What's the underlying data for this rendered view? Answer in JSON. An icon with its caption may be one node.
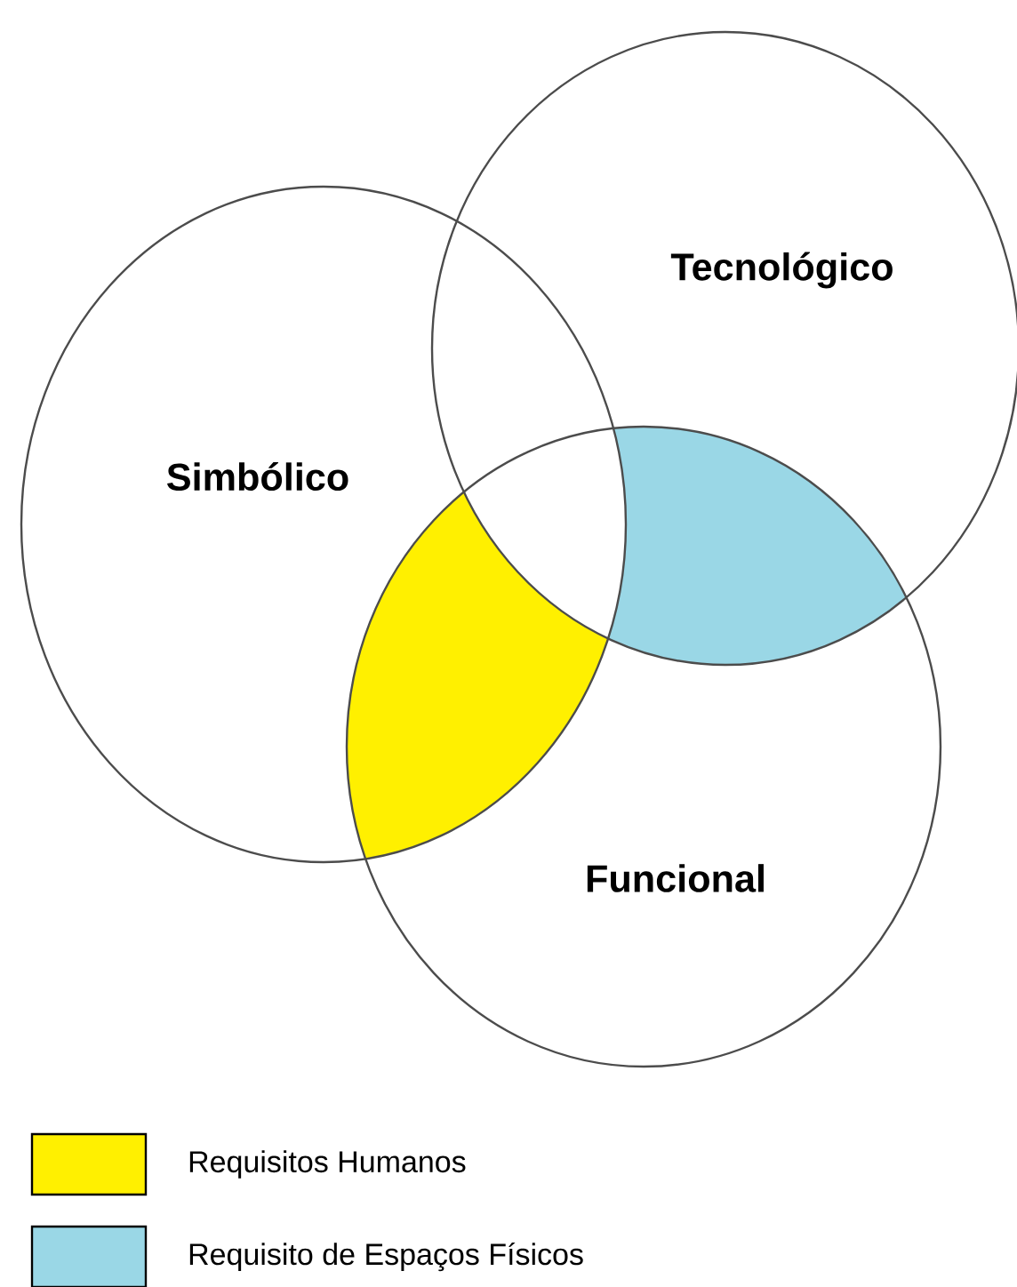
{
  "diagram": {
    "nodes": [
      {
        "text": [
          "Simbólico"
        ]
      },
      {
        "text": [
          "Tecnológico"
        ]
      },
      {
        "text": [
          "Funcional"
        ]
      }
    ],
    "legend": [
      {
        "text": "Requisitos Humanos",
        "color": "#fff000"
      },
      {
        "text": "Requisito de Espaços Físicos",
        "color": "#9ad7e6"
      }
    ]
  }
}
